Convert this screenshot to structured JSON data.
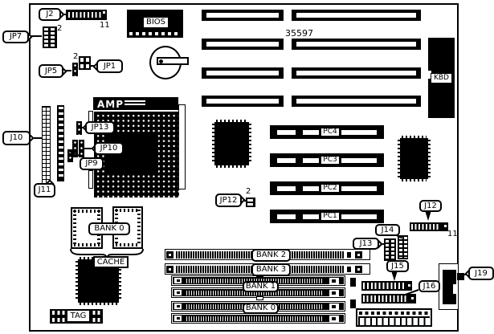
{
  "board": {
    "part_number": "35597"
  },
  "callouts": {
    "j2": "J2",
    "jp7": "JP7",
    "jp5": "JP5",
    "jp1": "JP1",
    "j10": "J10",
    "j11": "J11",
    "jp13": "JP13",
    "jp10": "JP10",
    "jp9": "JP9",
    "jp12": "JP12",
    "j12": "J12",
    "j13": "J13",
    "j14": "J14",
    "j15": "J15",
    "j16": "J16",
    "j19": "J19"
  },
  "chips": {
    "bios": "BIOS",
    "amp": "AMP",
    "kbd": "KBD",
    "cache": "CACHE",
    "tag": "TAG",
    "bank0_chips": "BANK 0"
  },
  "slots": {
    "pc1": "PC1",
    "pc2": "PC2",
    "pc3": "PC3",
    "pc4": "PC4",
    "bank0": "BANK 0",
    "bank1": "BANK 1",
    "bank2": "BANK 2",
    "bank3": "BANK 3"
  },
  "pins": {
    "j2_count": "11",
    "j12_count": "11",
    "jp7_pin": "2",
    "jp1_pin": "2",
    "jp12_pin": "2"
  }
}
